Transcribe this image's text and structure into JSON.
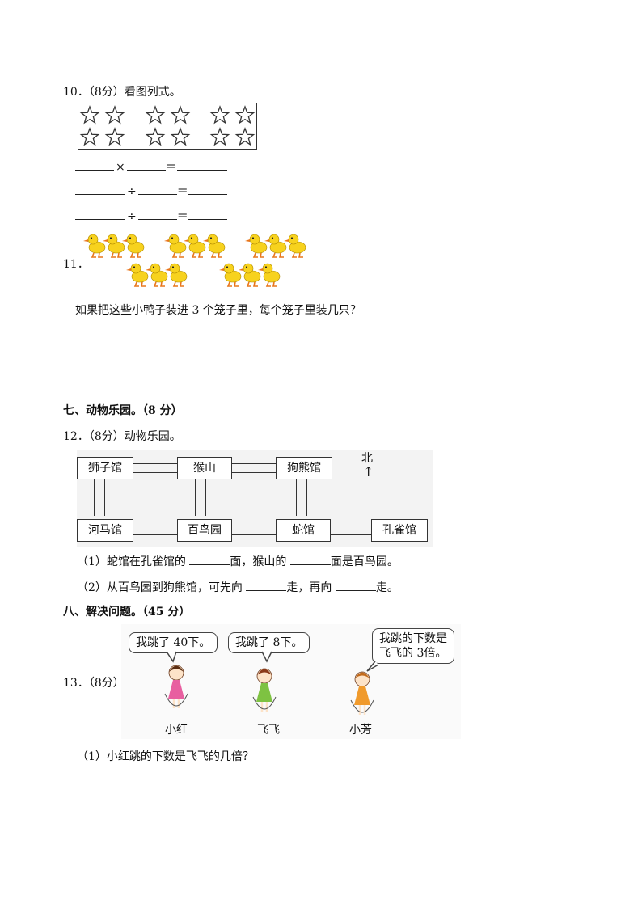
{
  "q10": {
    "heading": "10．（8分）看图列式。",
    "eq1_op": "×",
    "eq1_eq": "＝",
    "eq2_op": "÷",
    "eq2_eq": "＝",
    "eq3_op": "÷",
    "eq3_eq": "＝"
  },
  "q11": {
    "number": "11．",
    "question": "如果把这些小鸭子装进 3 个笼子里，每个笼子里装几只？"
  },
  "section7": {
    "heading": "七、动物乐园。（8 分）"
  },
  "q12": {
    "heading": "12．（8分）动物乐园。",
    "north": "北",
    "north_arrow": "↑",
    "places": {
      "lion": "狮子馆",
      "monkey": "猴山",
      "panda": "狗熊馆",
      "hippo": "河马馆",
      "bird": "百鸟园",
      "snake": "蛇馆",
      "peacock": "孔雀馆"
    },
    "sub1_a": "（1）蛇馆在孔雀馆的",
    "sub1_b": "面，猴山的",
    "sub1_c": "面是百鸟园。",
    "sub2_a": "（2）从百鸟园到狗熊馆，可先向",
    "sub2_b": "走，再向",
    "sub2_c": "走。"
  },
  "section8": {
    "heading": "八、解决问题。（45 分）"
  },
  "q13": {
    "number": "13．（8分）",
    "bubble1": "我跳了 40下。",
    "bubble2": "我跳了 8下。",
    "bubble3_line1": "我跳的下数是",
    "bubble3_line2": "飞飞的 3倍。",
    "name1": "小红",
    "name2": "飞飞",
    "name3": "小芳",
    "sub1": "（1）小红跳的下数是飞飞的几倍？"
  },
  "colors": {
    "duck_body": "#f7d21e",
    "duck_beak": "#e8761b",
    "girl_dress_pink": "#e85fa0",
    "girl_dress_green": "#7ec242",
    "girl_dress_orange": "#f09a2c"
  }
}
